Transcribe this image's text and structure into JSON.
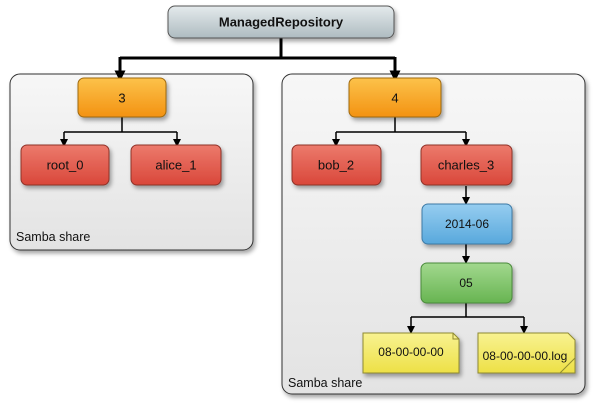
{
  "root": {
    "label": "ManagedRepository"
  },
  "shares": [
    {
      "label": "Samba share",
      "group": {
        "label": "3"
      },
      "users": [
        {
          "label": "root_0"
        },
        {
          "label": "alice_1"
        }
      ]
    },
    {
      "label": "Samba share",
      "group": {
        "label": "4"
      },
      "users": [
        {
          "label": "bob_2"
        },
        {
          "label": "charles_3"
        }
      ],
      "date_dir": {
        "label": "2014-06"
      },
      "day_dir": {
        "label": "05"
      },
      "files": [
        {
          "label": "08-00-00-00"
        },
        {
          "label": "08-00-00-00.log"
        }
      ]
    }
  ],
  "colors": {
    "root_fill": "#c9d3d6",
    "group_fill": "#f9a21b",
    "user_fill": "#e0574b",
    "date_fill": "#6fb6e4",
    "day_fill": "#7cc364",
    "file_fill": "#f3ea64",
    "share_fill": "#ededed"
  }
}
